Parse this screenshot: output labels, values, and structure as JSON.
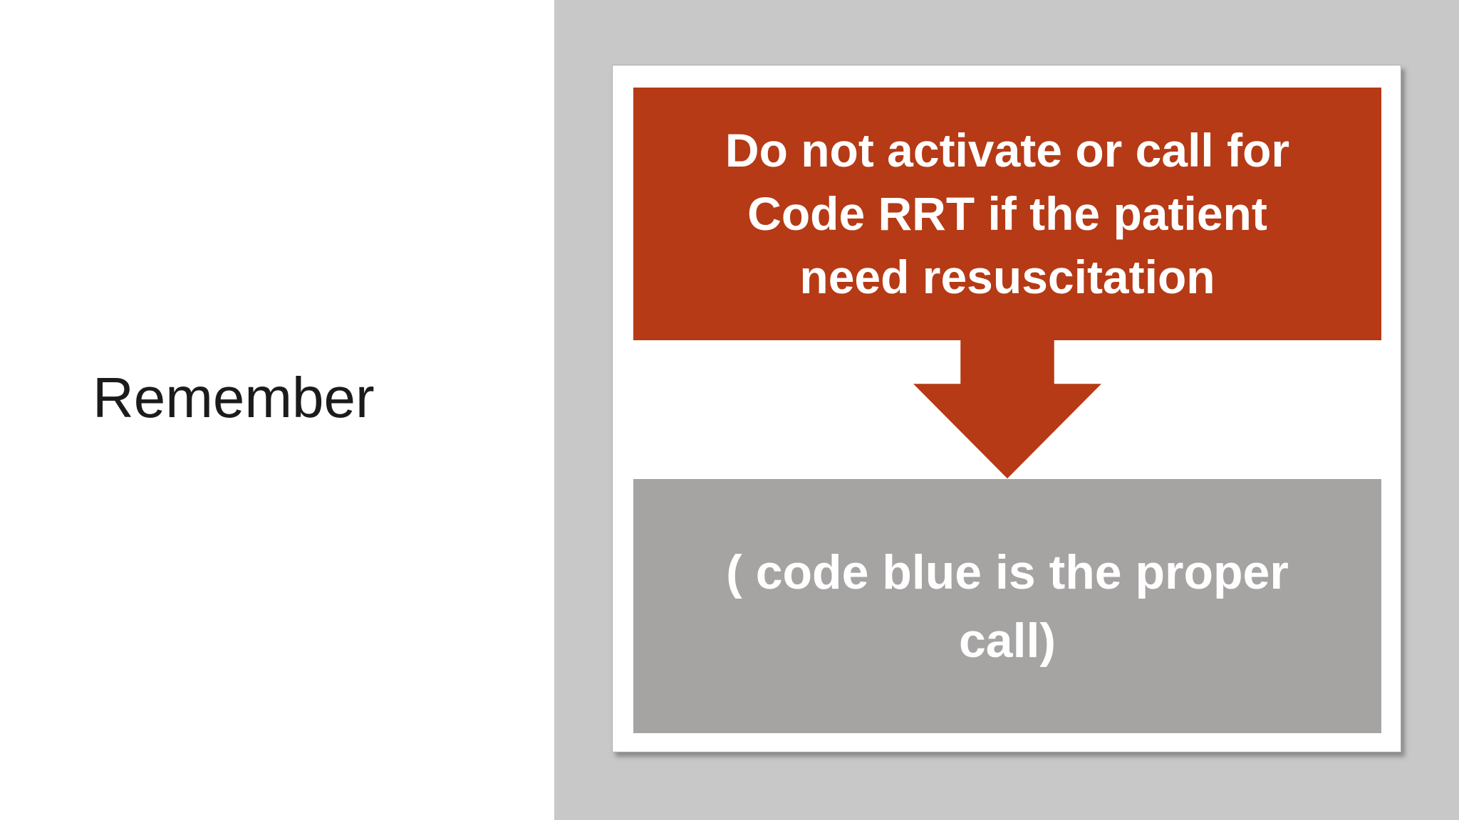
{
  "slide": {
    "title": "Remember",
    "diagram": {
      "warning_box": {
        "lines": {
          "0": "Do not activate or call for",
          "1": "Code RRT if the patient",
          "2": "need resuscitation"
        }
      },
      "note_box": {
        "lines": {
          "0": "( code blue is the proper",
          "1": "call)"
        }
      }
    }
  },
  "colors": {
    "accent_red": "#B53A15",
    "note_gray": "#A6A3A3",
    "panel_gray": "#C8C8C9",
    "card_white": "#FFFFFF",
    "title_color": "#1B1B1B",
    "text_white": "#FFFFFF"
  }
}
